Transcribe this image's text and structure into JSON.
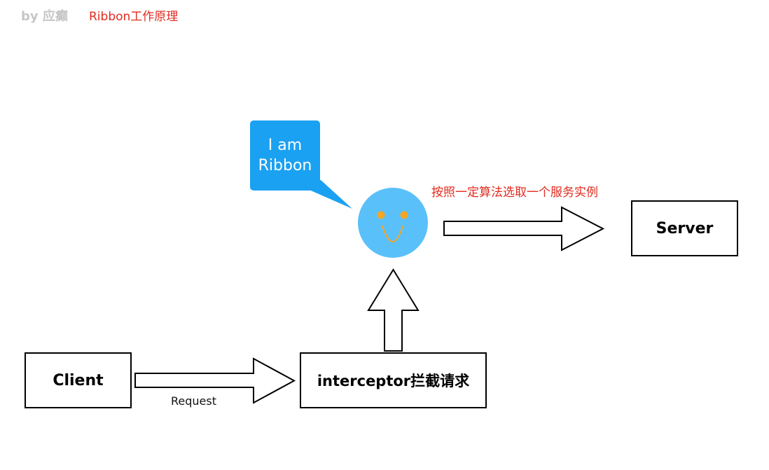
{
  "header": {
    "byline": "by 应癫",
    "title": "Ribbon工作原理"
  },
  "nodes": {
    "client": "Client",
    "interceptor": "interceptor拦截请求",
    "server": "Server"
  },
  "bubble": {
    "line1": "I am",
    "line2": "Ribbon"
  },
  "labels": {
    "request": "Request",
    "select": "按照一定算法选取一个服务实例"
  },
  "colors": {
    "accent_red": "#e12b1f",
    "bubble_blue": "#1ba1f2",
    "face_blue": "#5ac0fa",
    "face_features": "#f5a623",
    "byline_gray": "#c6c6c6"
  }
}
